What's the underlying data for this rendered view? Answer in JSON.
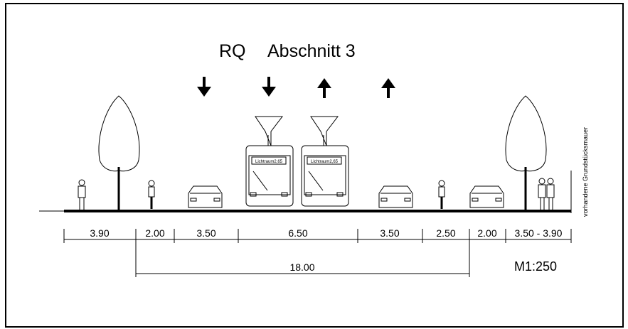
{
  "title": {
    "prefix": "RQ",
    "main": "Abschnitt 3"
  },
  "tram_label": "Lichtraum2,65",
  "wall_label": "vorhandene Grundstücksmauer",
  "segments": [
    "3.90",
    "2.00",
    "3.50",
    "6.50",
    "3.50",
    "2.50",
    "2.00",
    "3.50 - 3.90"
  ],
  "total": "18.00",
  "scale": "M1:250",
  "arrows": [
    "down",
    "down",
    "up",
    "up"
  ]
}
